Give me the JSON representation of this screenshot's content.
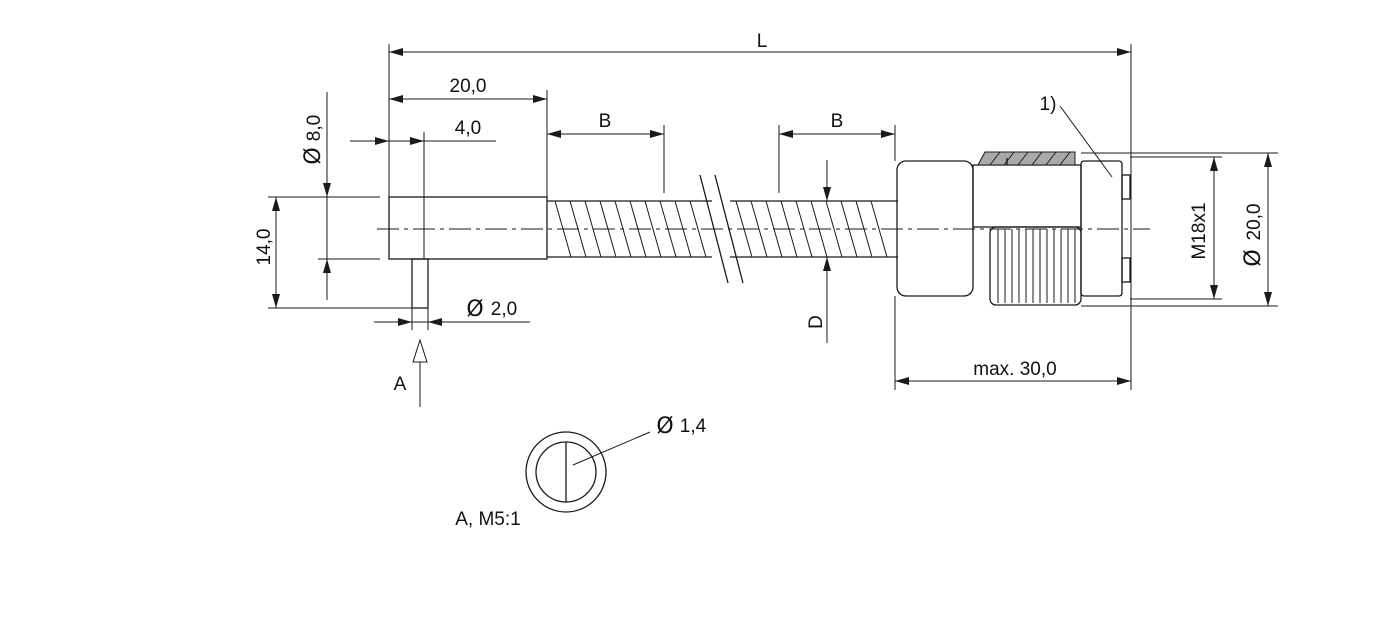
{
  "dimensions": {
    "overall_length": "L",
    "body_length": "20,0",
    "pin_offset": "4,0",
    "body_diameter": "8,0",
    "body_height": "14,0",
    "pin_diameter": "2,0",
    "hose_segment_left": "B",
    "hose_segment_right": "B",
    "hose_diameter": "D",
    "connector_length": "max. 30,0",
    "thread": "M18x1",
    "connector_diameter": "20,0",
    "detail_diameter": "1,4"
  },
  "symbols": {
    "diameter": "Ø"
  },
  "callouts": {
    "note": "1)",
    "view_arrow": "A",
    "detail_title": "A, M5:1"
  }
}
